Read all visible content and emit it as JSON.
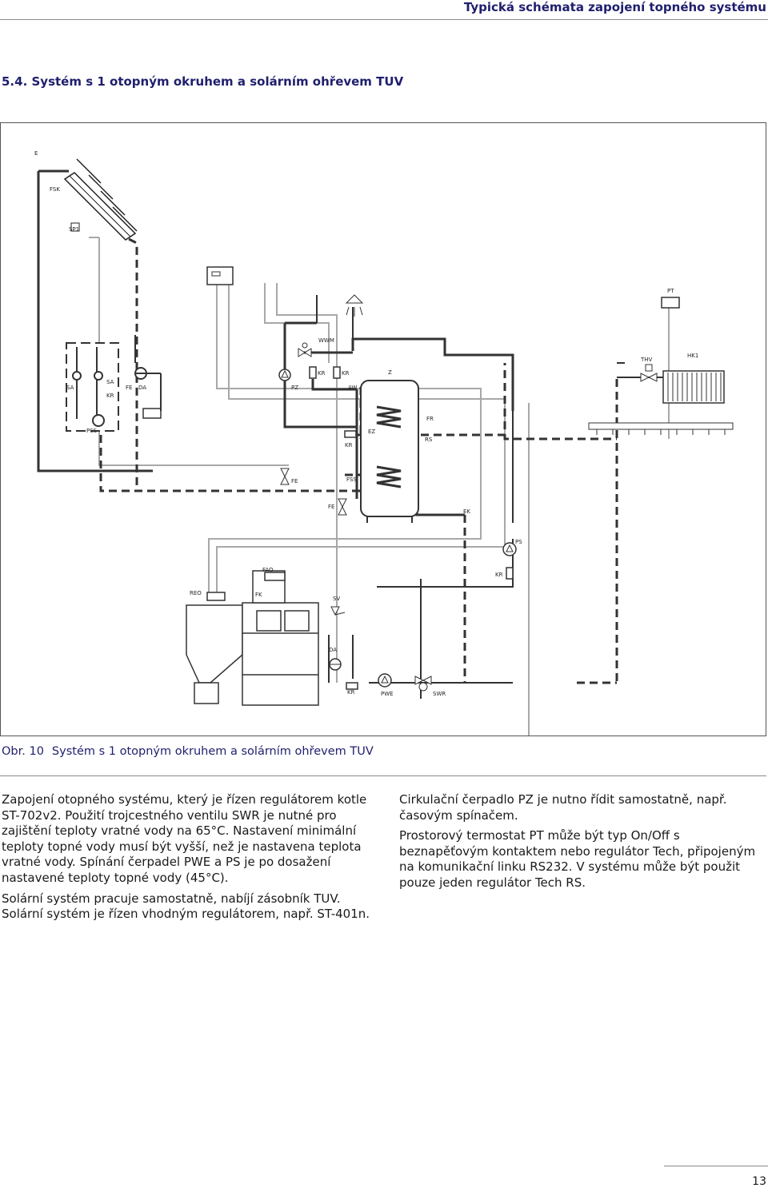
{
  "header": {
    "title": "Typická schémata zapojení topného systému"
  },
  "section": {
    "title": "5.4. Systém s 1 otopným okruhem a solárním ohřevem TUV"
  },
  "figure": {
    "caption_label": "Obr. 10",
    "caption_text": "Systém s 1 otopným okruhem a solárním ohřevem TUV",
    "labels": {
      "e": "E",
      "fsk": "FSK",
      "sp1": "SP1",
      "sa_left": "SA",
      "sa_right": "SA",
      "fe_top": "FE",
      "kr_left": "KR",
      "da_top": "DA",
      "pss": "PSS",
      "wwm": "WWM",
      "pz": "PZ",
      "kr_a": "KR",
      "kr_b": "KR",
      "aw": "AW",
      "z": "Z",
      "fr": "FR",
      "ez": "EZ",
      "kr_c": "KR",
      "rs": "RS",
      "fe_mid": "FE",
      "fss": "FSS",
      "fe_low": "FE",
      "ek": "EK",
      "pt": "PT",
      "thv": "THV",
      "hk1": "HK1",
      "ps": "PS",
      "kr_ps": "KR",
      "fao": "FAO",
      "reo": "REO",
      "fk": "FK",
      "sv": "SV",
      "da_bottom": "DA",
      "kr_bottom": "KR",
      "pwe": "PWE",
      "swr": "SWR"
    }
  },
  "body_left": {
    "p1": "Zapojení otopného systému, který je řízen regulátorem kotle ST-702v2. Použití trojcestného ventilu SWR je nutné pro zajištění teploty vratné vody na 65°C. Nastavení minimální teploty topné vody musí být vyšší, než je nastavena teplota vratné vody. Spínání čerpadel PWE a PS je po dosažení nastavené teploty topné vody (45°C).",
    "p2": "Solární systém pracuje samostatně, nabíjí zásobník TUV. Solární systém je řízen vhodným regulátorem, např. ST-401n."
  },
  "body_right": {
    "p1": "Cirkulační čerpadlo PZ je nutno řídit samostatně, např. časovým spínačem.",
    "p2": "Prostorový termostat PT může být typ On/Off s beznapěťovým kontaktem nebo regulátor Tech, připojeným na komunikační linku RS232. V systému může být použit pouze jeden regulátor Tech RS."
  },
  "footer": {
    "page_number": "13"
  }
}
